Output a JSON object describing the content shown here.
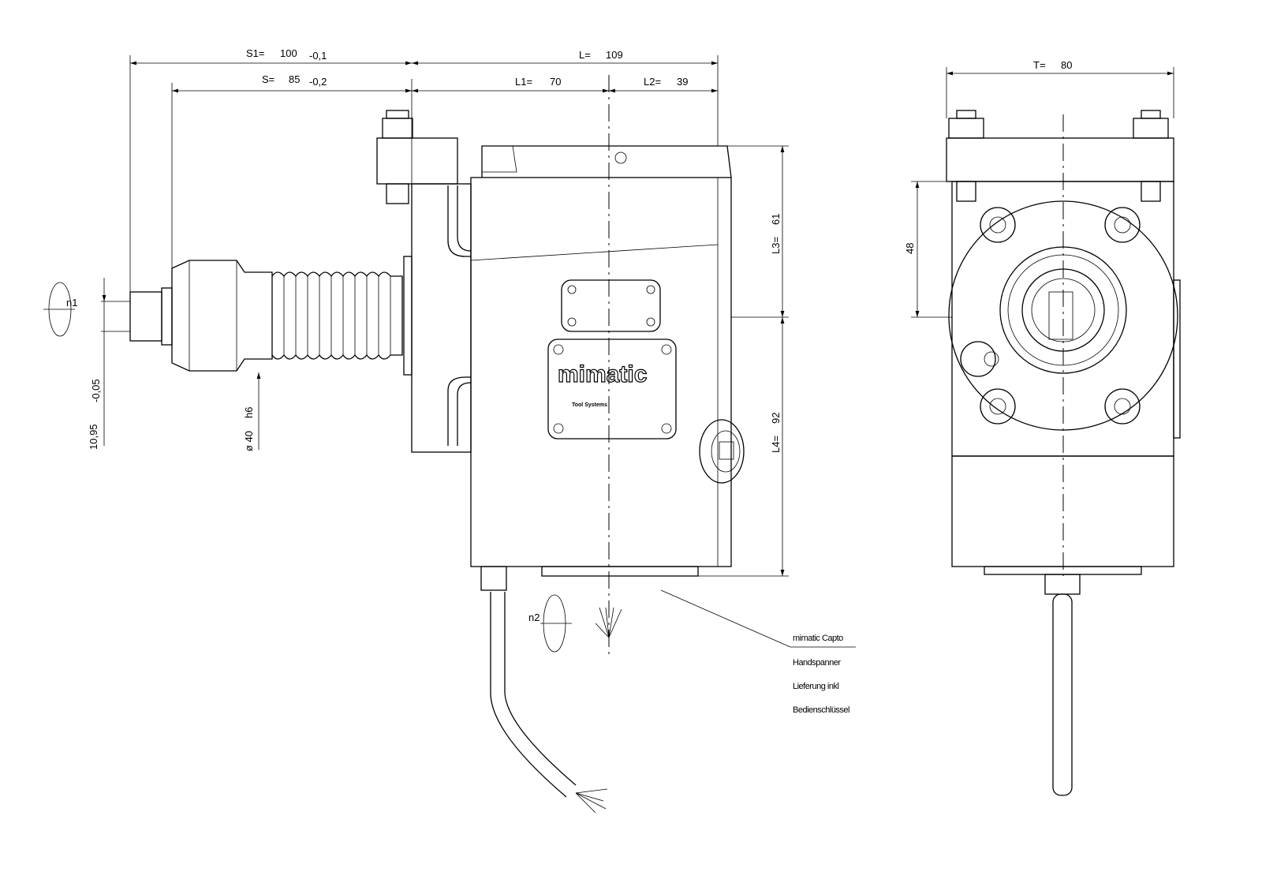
{
  "dimensions": {
    "s1": {
      "label": "S1=",
      "value": "100",
      "tol": "-0,1"
    },
    "s": {
      "label": "S=",
      "value": "85",
      "tol": "-0,2"
    },
    "l": {
      "label": "L=",
      "value": "109"
    },
    "l1": {
      "label": "L1=",
      "value": "70"
    },
    "l2": {
      "label": "L2=",
      "value": "39"
    },
    "t": {
      "label": "T=",
      "value": "80"
    },
    "l3": {
      "label": "L3=",
      "value": "61"
    },
    "l4": {
      "label": "L4=",
      "value": "92"
    },
    "h48": {
      "value": "48"
    },
    "shaft_offset": {
      "value": "10,95",
      "tol": "-0,05"
    },
    "diameter": {
      "value": "ø 40",
      "tol": "h6"
    }
  },
  "rotation": {
    "n1": "n1",
    "n2": "n2"
  },
  "notes": [
    "mimatic Capto",
    "Handspanner",
    "Lieferung inkl",
    "Bedienschlüssel"
  ],
  "logo": {
    "brand": "mimatic",
    "tagline": "Tool Systems"
  }
}
